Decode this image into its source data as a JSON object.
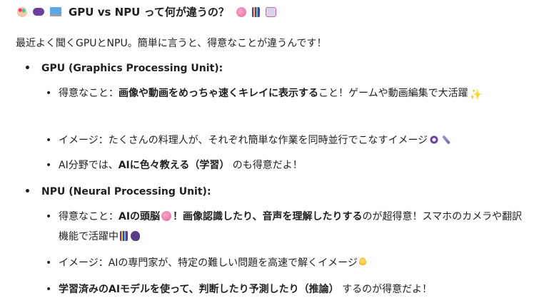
{
  "title": {
    "icons_before": [
      "palette-icon",
      "game-controller-icon",
      "laptop-icon"
    ],
    "text": "GPU vs NPU って何が違うの？",
    "icons_after": [
      "brain-icon",
      "abacus-icon",
      "robot-icon"
    ]
  },
  "intro": "最近よく聞くGPUとNPU。簡単に言うと、得意なことが違うんです！",
  "sections": [
    {
      "heading": "GPU (Graphics Processing Unit):",
      "items": [
        {
          "prefix": "得意なこと：",
          "bold": "画像や動画をめっちゃ速くキレイに表示する",
          "suffix": "こと！ゲームや動画編集で大活躍",
          "icons": [
            "sparkles-icon"
          ]
        },
        {
          "prefix": "イメージ：たくさんの料理人が、それぞれ簡単な作業を同時並行でこなすイメージ",
          "bold": "",
          "suffix": "",
          "icons": [
            "magnifying-glass-icon",
            "knife-icon"
          ]
        },
        {
          "prefix": "AI分野では、",
          "bold": "AIに色々教える（学習）",
          "suffix": " のも得意だよ！",
          "icons": []
        }
      ]
    },
    {
      "heading": "NPU (Neural Processing Unit):",
      "items": [
        {
          "prefix": "得意なこと：",
          "bold": "AIの頭脳",
          "mid_icon": "brain-icon",
          "bold2": "！画像認識したり、音声を理解したりする",
          "suffix": "のが超得意！スマホのカメラや翻訳機能で活躍中",
          "icons": [
            "abacus-icon",
            "speaking-head-icon"
          ]
        },
        {
          "prefix": "イメージ：AIの専門家が、特定の難しい問題を高速で解くイメージ",
          "bold": "",
          "suffix": "",
          "icons": [
            "light-bulb-icon"
          ]
        },
        {
          "prefix": "",
          "bold": "学習済みのAIモデルを使って、判断したり予測したり（推論）",
          "suffix": " するのが得意だよ！",
          "icons": []
        }
      ]
    }
  ],
  "bullet": "•"
}
